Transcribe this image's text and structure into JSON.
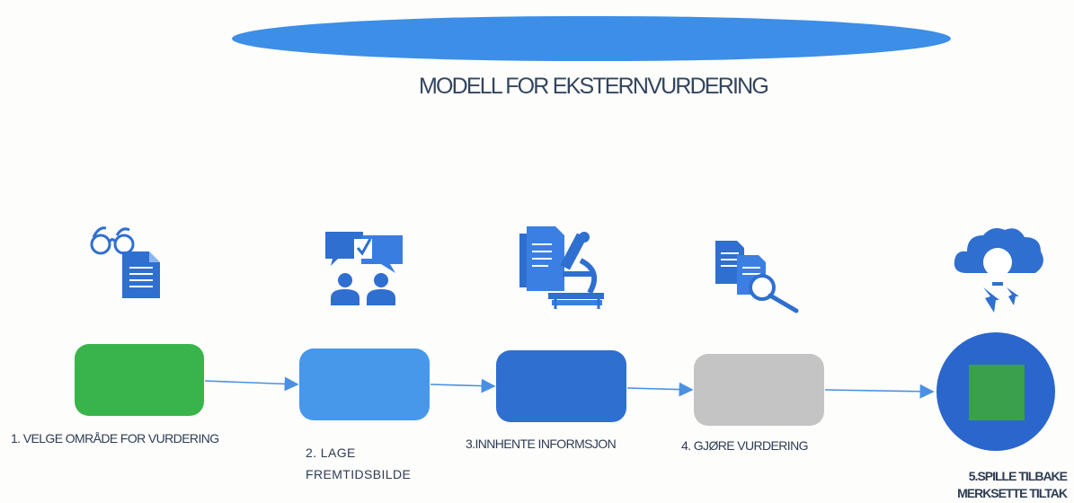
{
  "title": "MODELL FOR EKSTERNVURDERING",
  "colors": {
    "banner": "#3d8ee6",
    "step1": "#38b44a",
    "step2": "#4798ea",
    "step3": "#2f6fd0",
    "step4": "#c4c4c4",
    "step5_circle": "#2a66cc",
    "step5_square": "#3aa04c",
    "arrow": "#4a90e2",
    "icons": "#2f6fd0"
  },
  "steps": [
    {
      "label": "1. VELGE OMRÅDE FOR VURDERING",
      "icon": "glasses-document-icon"
    },
    {
      "label_line1": "2. LAGE",
      "label_line2": "FREMTIDSBILDE",
      "icon": "people-discussion-icon"
    },
    {
      "label": "3.INNHENTE INFORMSJON",
      "icon": "documents-microscope-icon"
    },
    {
      "label": "4. GJØRE VURDERING",
      "icon": "document-magnifier-icon"
    },
    {
      "label_line1": "5.SPILLE TILBAKE",
      "label_line2": "MERKSETTE TILTAK",
      "icon": "cloud-lightbulb-icon"
    }
  ]
}
